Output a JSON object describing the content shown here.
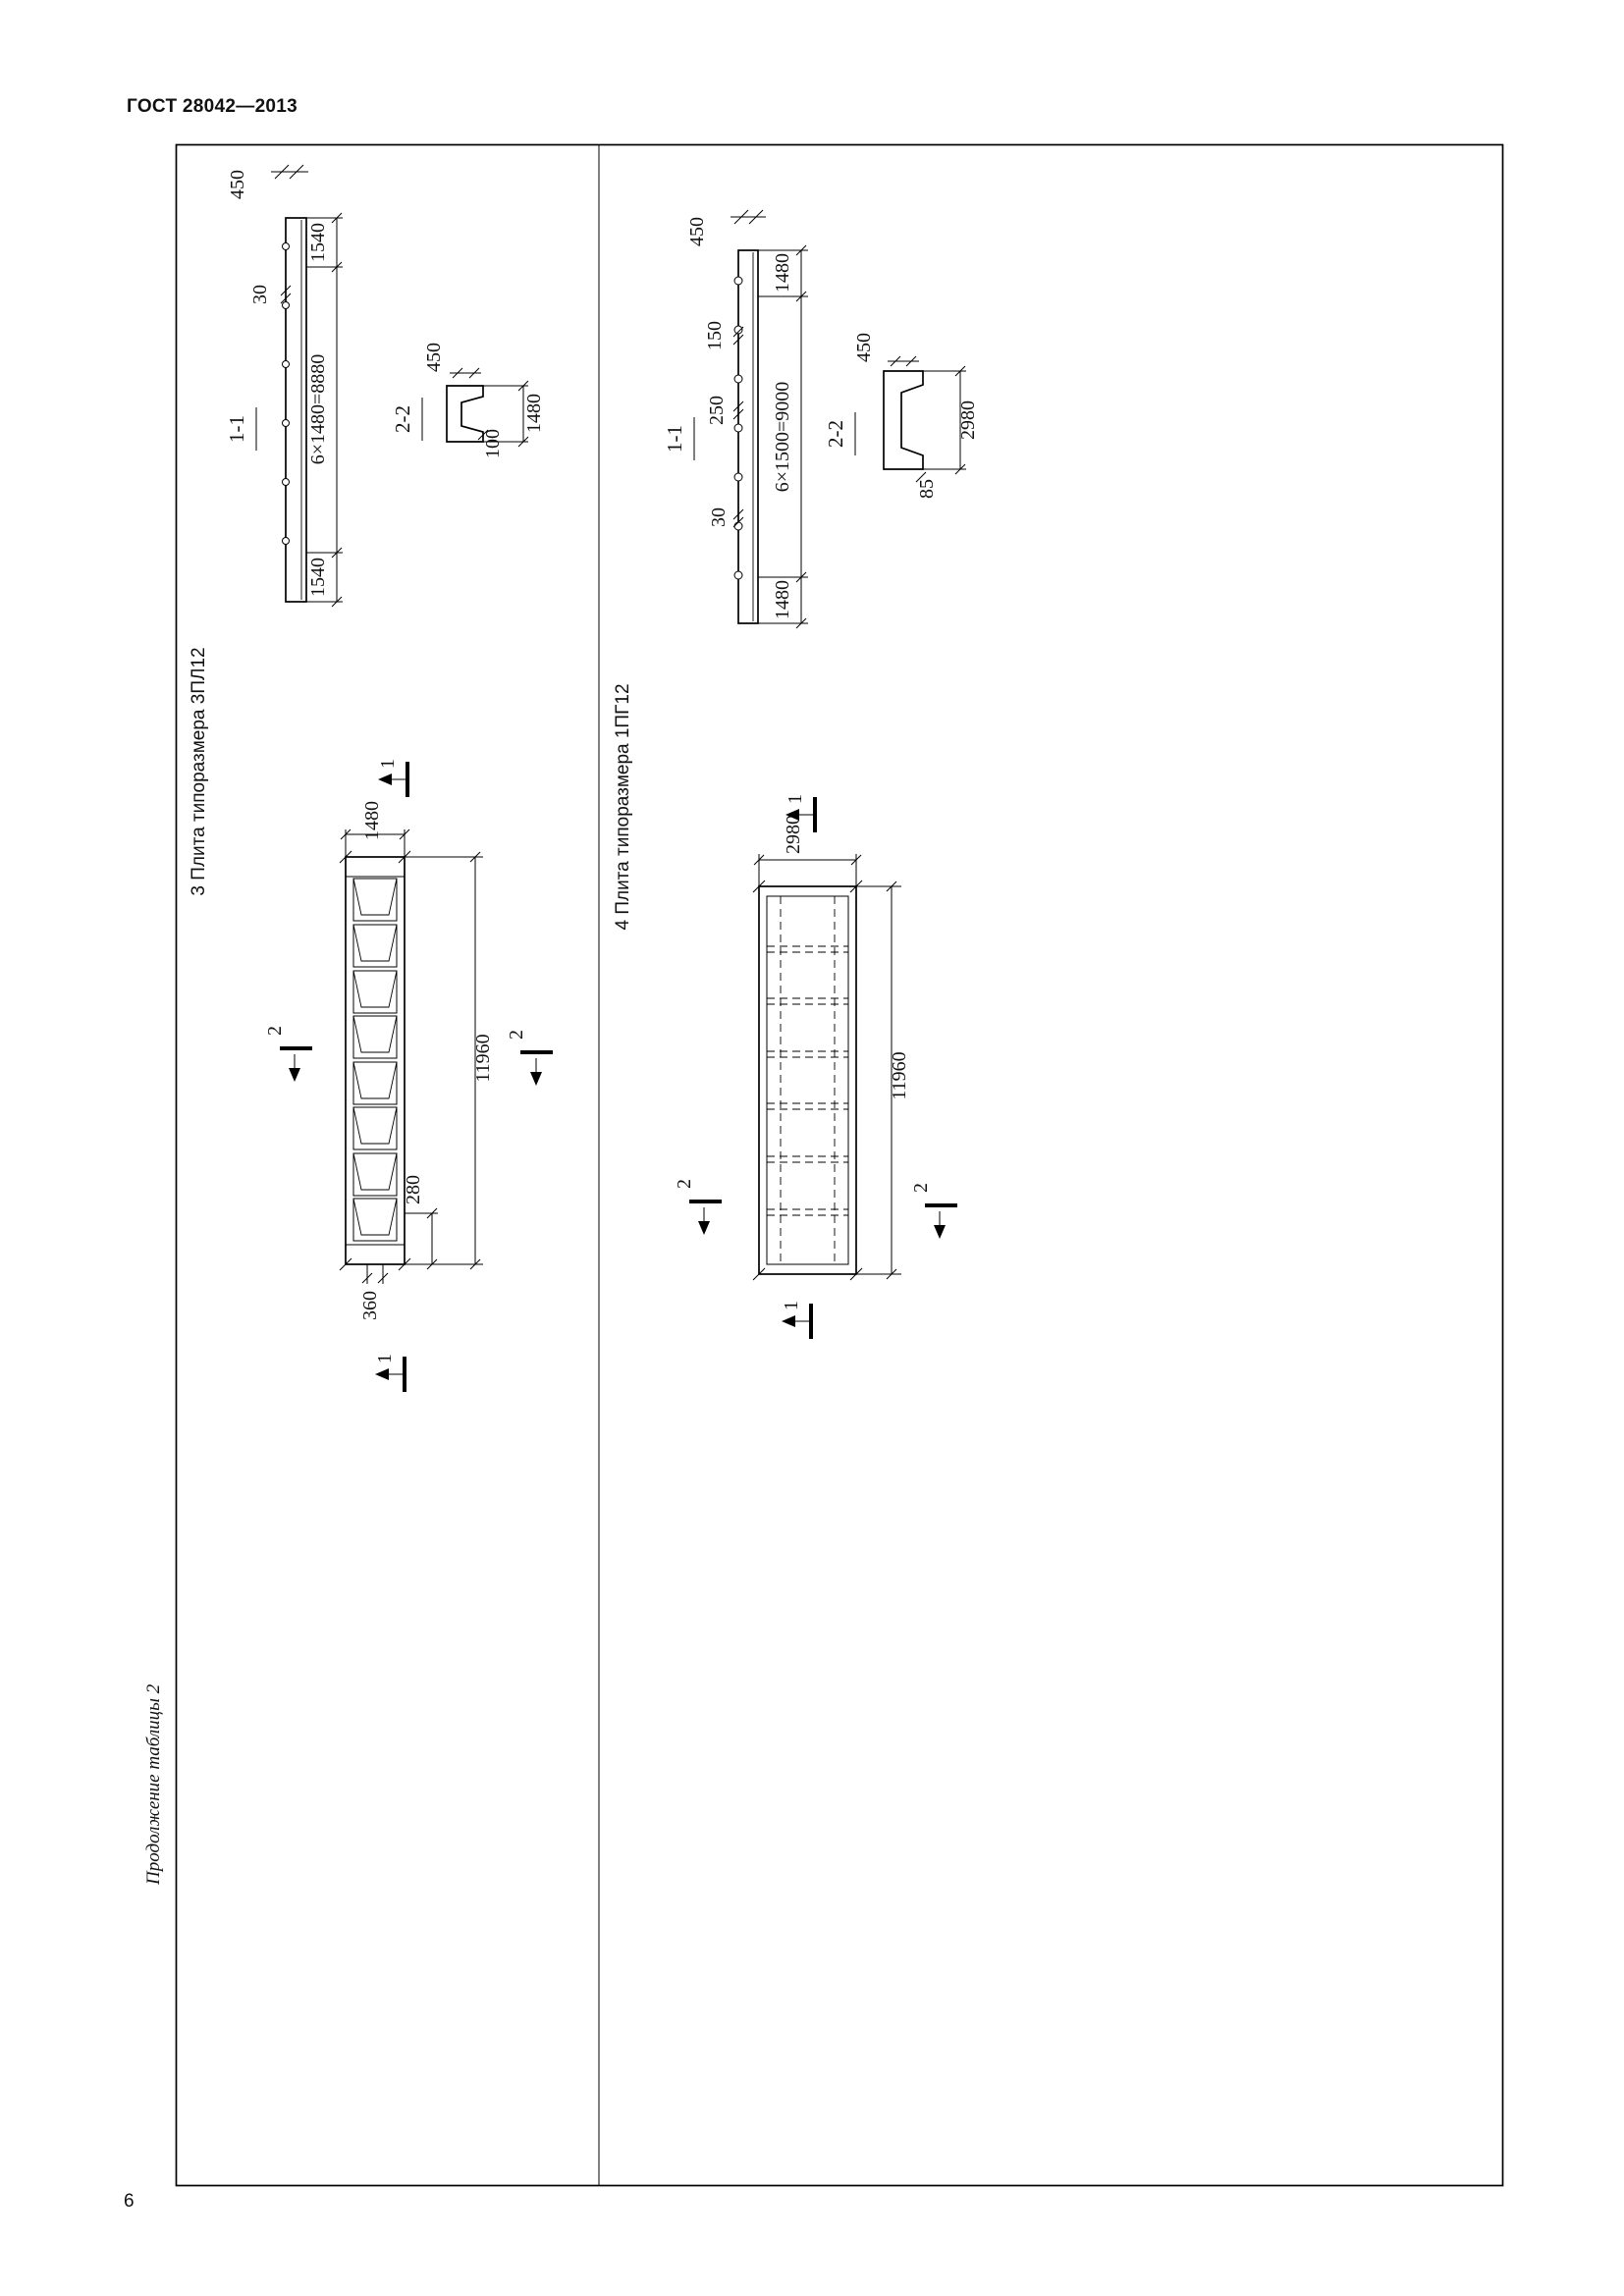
{
  "header": {
    "gost": "ГОСТ 28042—2013"
  },
  "footer": {
    "page_number": "6"
  },
  "table": {
    "caption": "Продолжение таблицы 2"
  },
  "plate3": {
    "title": "3 Плита типоразмера 3ПЛ12",
    "section_1_1": {
      "label": "1-1",
      "bearing": "450",
      "flange_thickness": "30",
      "end_segment_top": "1540",
      "middle_segment": "6×1480=8880",
      "end_segment_bottom": "1540"
    },
    "section_2_2": {
      "label": "2-2",
      "bearing": "450",
      "flange": "100",
      "width": "1480"
    },
    "plan": {
      "width": "1480",
      "length": "11960",
      "edge_offset": "280",
      "end_width": "360",
      "cut_1": "1",
      "cut_2": "2"
    }
  },
  "plate4": {
    "title": "4 Плита типоразмера 1ПГ12",
    "section_1_1": {
      "label": "1-1",
      "bearing": "450",
      "end_segment_top": "1480",
      "rib_150": "150",
      "rib_250": "250",
      "middle_segment": "6×1500=9000",
      "flange_thickness": "30",
      "end_segment_bottom": "1480"
    },
    "section_2_2": {
      "label": "2-2",
      "bearing": "450",
      "width": "2980",
      "flange": "85"
    },
    "plan": {
      "width": "2980",
      "length": "11960",
      "cut_1": "1",
      "cut_2": "2"
    }
  }
}
